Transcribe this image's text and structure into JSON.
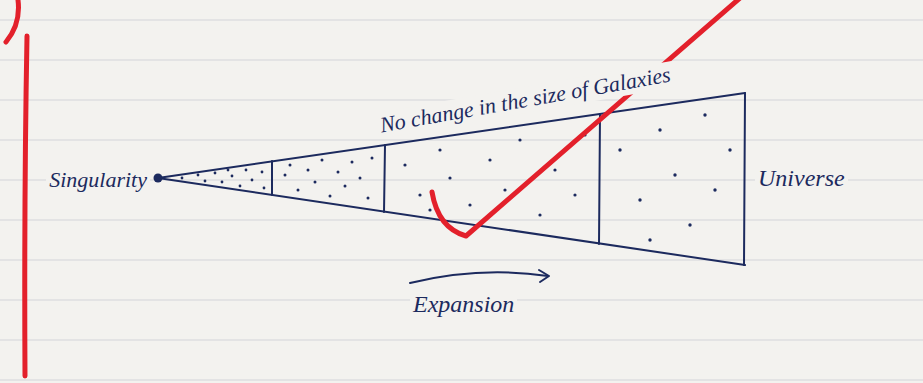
{
  "diagram": {
    "labels": [
      "Singularity",
      "No change in the size of Galaxies",
      "Universe",
      "Expansion"
    ]
  }
}
